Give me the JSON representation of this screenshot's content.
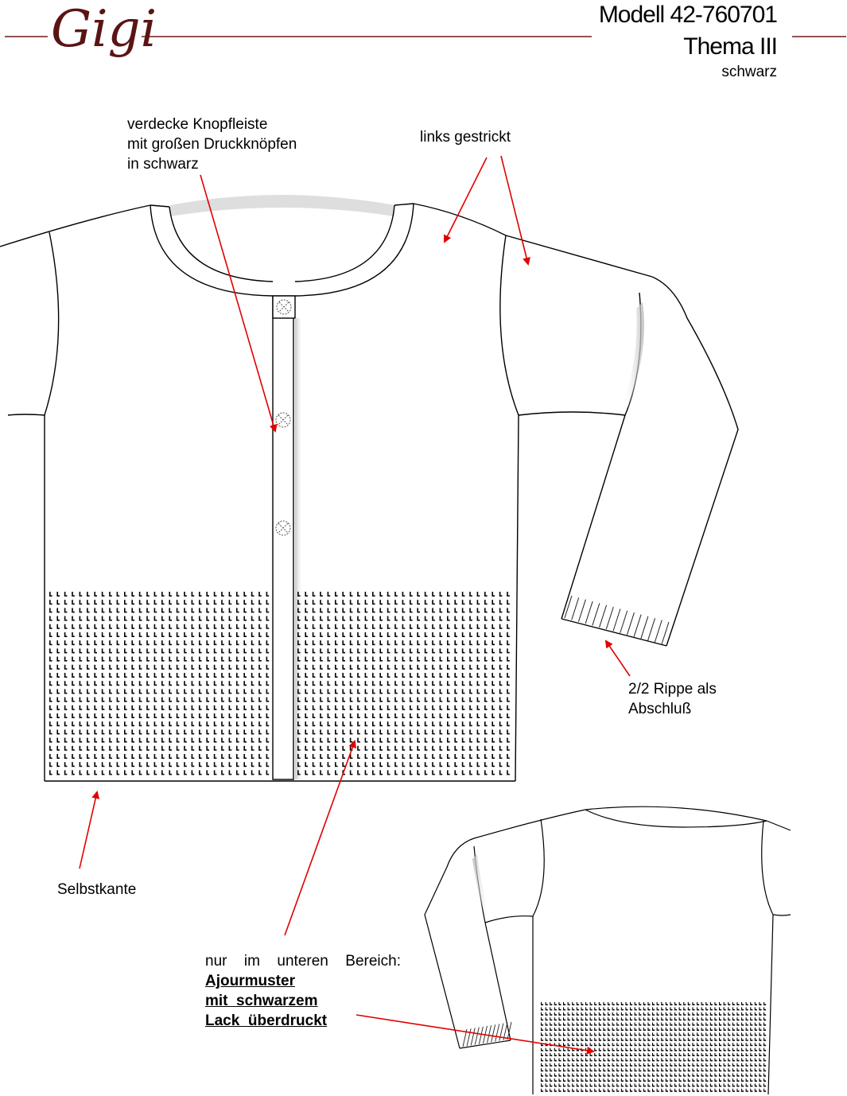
{
  "header": {
    "brand": "Gigi",
    "model": "Modell 42-760701",
    "theme": "Thema III",
    "color": "schwarz",
    "brand_color": "#5a1414"
  },
  "annotations": {
    "placket": [
      "verdecke Knopfleiste",
      "mit großen Druckknöpfen",
      "in schwarz"
    ],
    "purl": "links gestrickt",
    "rib": [
      "2/2 Rippe als",
      "Abschluß"
    ],
    "selvage": "Selbstkante",
    "area_intro_words": [
      "nur",
      "im",
      "unteren",
      "Bereich:"
    ],
    "pattern": [
      "Ajourmuster",
      "mit  schwarzem",
      "Lack  überdruckt"
    ]
  },
  "colors": {
    "arrow": "#e00000",
    "line": "#000000",
    "rule": "#6b1a1a"
  }
}
